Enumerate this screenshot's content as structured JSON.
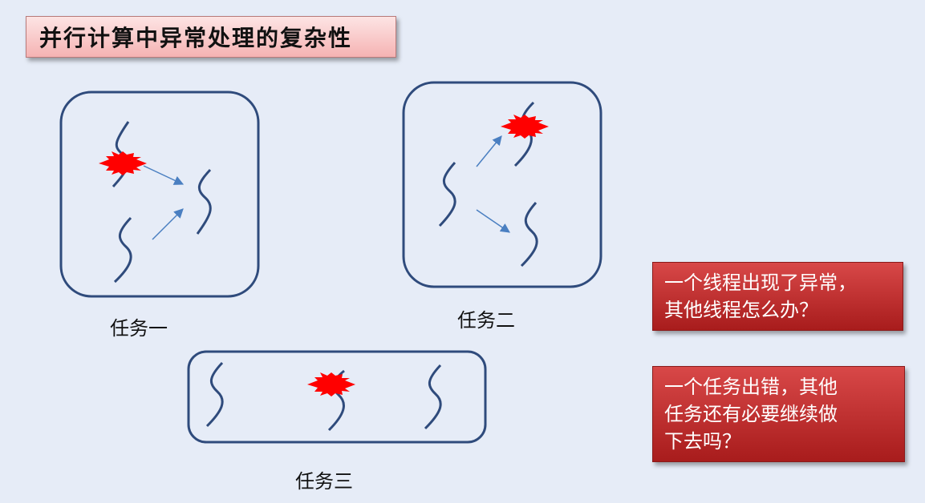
{
  "title": "并行计算中异常处理的复杂性",
  "tasks": [
    {
      "label": "任务一"
    },
    {
      "label": "任务二"
    },
    {
      "label": "任务三"
    }
  ],
  "callouts": [
    {
      "lines": [
        "一个线程出现了异常，",
        "其他线程怎么办？"
      ]
    },
    {
      "lines": [
        "一个任务出错，其他",
        "任务还有必要继续做",
        "下去吗？"
      ]
    }
  ],
  "colors": {
    "background": "#e6ecf7",
    "box_stroke": "#2f4b7c",
    "thread_stroke": "#2f4b7c",
    "arrow": "#4a7fc1",
    "explosion": "#ff0000",
    "title_fill": "#f5b3b3",
    "callout_fill": "#c03030"
  },
  "icons": [
    "explosion-icon",
    "arrow-icon",
    "thread-wave-icon"
  ]
}
